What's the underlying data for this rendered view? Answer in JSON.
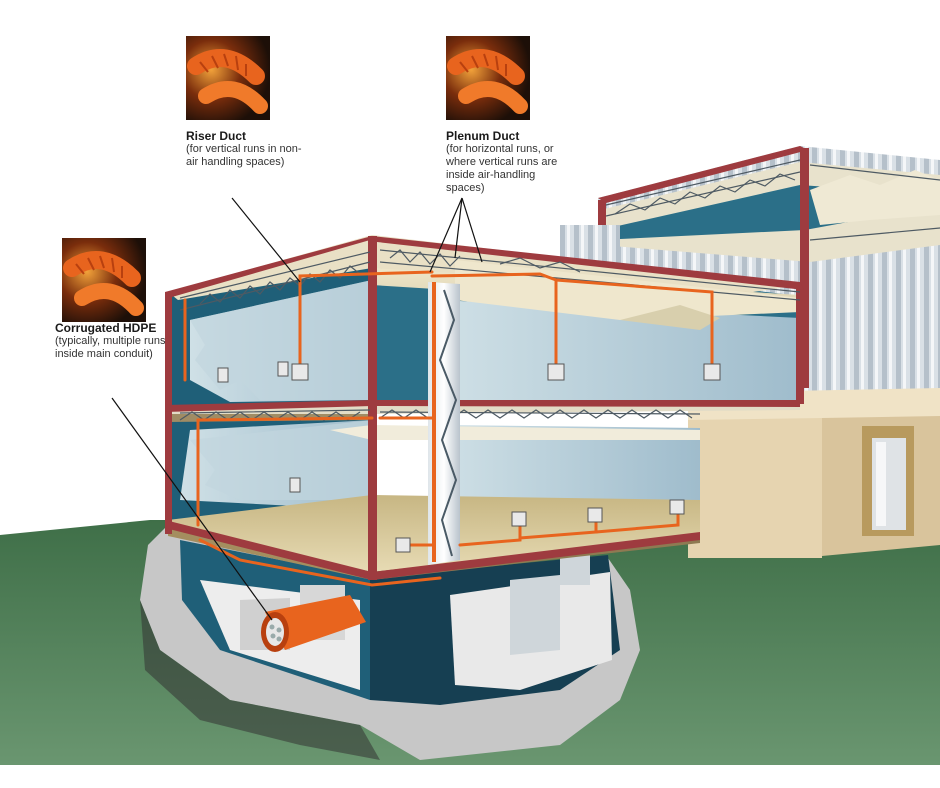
{
  "labels": {
    "riser": {
      "title": "Riser Duct",
      "desc": "(for vertical runs in non-air handling spaces)"
    },
    "plenum": {
      "title": "Plenum Duct",
      "desc": "(for horizontal runs, or where vertical runs are inside air-handling spaces)"
    },
    "hdpe": {
      "title": "Corrugated HDPE",
      "desc": "(typically, multiple runs inside main conduit)"
    }
  },
  "colors": {
    "duct_orange": "#e8641e",
    "steel_beam": "#9e3b3f",
    "ground_green": "#4f7d55",
    "wall_teal": "#1f5f78",
    "floor_tan": "#d8c79a",
    "concrete": "#c9c9c9"
  },
  "icons": {
    "riser_thumb": "orange-corrugated-duct-icon",
    "plenum_thumb": "orange-corrugated-duct-icon",
    "hdpe_thumb": "orange-corrugated-duct-icon"
  }
}
